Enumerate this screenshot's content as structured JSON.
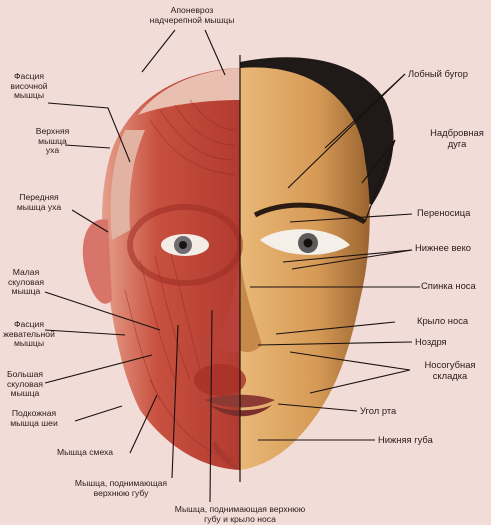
{
  "labels": {
    "aponeurosis": "Апоневроз\nнадчерепной мышцы",
    "temporal_fascia": "Фасция\nвисочной\nмышцы",
    "auricularis_superior": "Верхняя\nмышца\nуха",
    "auricularis_anterior": "Передняя\nмышца уха",
    "zygomaticus_minor": "Малая\nскуловая\nмышца",
    "masseteric_fascia": "Фасция\nжевательной\nмышцы",
    "zygomaticus_major": "Большая\nскуловая\nмышца",
    "platysma": "Подкожная\nмышца шеи",
    "risorius": "Мышца смеха",
    "levator_labii": "Мышца, поднимающая\nверхнюю губу",
    "levator_labii_alaeque": "Мышца, поднимающая верхнюю\nгубу и крыло носа",
    "frontal_eminence": "Лобный бугор",
    "superciliary_arch": "Надбровная\nдуга",
    "nasion": "Переносица",
    "lower_eyelid": "Нижнее веко",
    "nasal_dorsum": "Спинка носа",
    "nasal_ala": "Крыло носа",
    "nostril": "Ноздря",
    "nasolabial_fold": "Носогубная\nскладка",
    "mouth_corner": "Угол рта",
    "lower_lip": "Нижняя губа"
  },
  "colors": {
    "background": "#f2dcd8",
    "muscle": "#c0463c",
    "skin": "#d9a15e",
    "leader": "#1a1010"
  }
}
